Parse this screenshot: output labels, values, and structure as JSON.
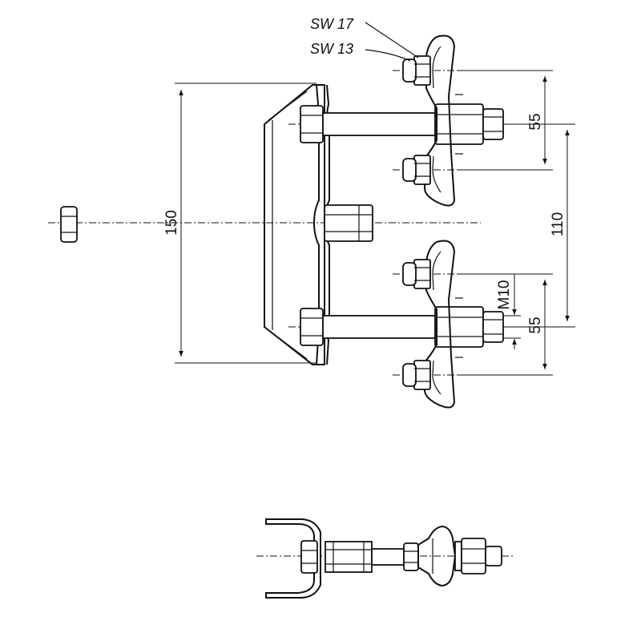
{
  "labels": {
    "sw17": "SW 17",
    "sw13": "SW 13",
    "dim_150": "150",
    "dim_55_top": "55",
    "dim_110": "110",
    "dim_55_bottom": "55",
    "thread": "M10"
  }
}
